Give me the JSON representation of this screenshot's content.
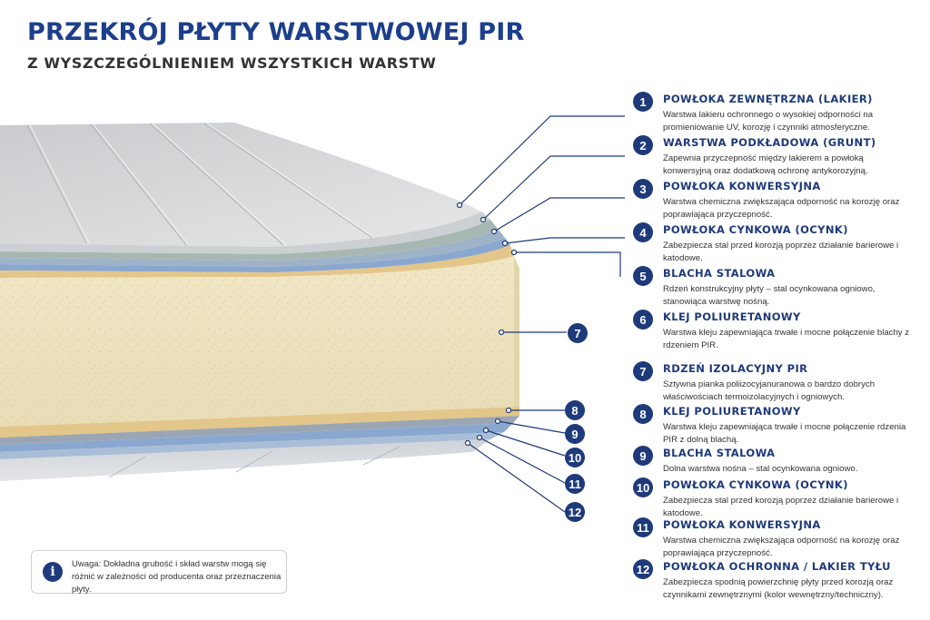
{
  "header": {
    "title": "PRZEKRÓJ PŁYTY WARSTWOWEJ PIR",
    "subtitle": "Z WYSZCZEGÓLNIENIEM WSZYSTKICH WARSTW"
  },
  "colors": {
    "accent": "#1e3a7a",
    "title": "#1c3f8c",
    "foam": "#efe5c4",
    "sheet": "#d9dbdd",
    "adhesive": "#e8c98a"
  },
  "layers": [
    {
      "num": "1",
      "title": "POWŁOKA ZEWNĘTRZNA (LAKIER)",
      "desc": "Warstwa lakieru ochronnego o wysokiej odporności na promieniowanie UV, korozję i czynniki atmosferyczne."
    },
    {
      "num": "2",
      "title": "WARSTWA PODKŁADOWA (GRUNT)",
      "desc": "Zapewnia przyczepność między lakierem a powłoką konwersyjną oraz dodatkową ochronę antykorozyjną."
    },
    {
      "num": "3",
      "title": "POWŁOKA KONWERSYJNA",
      "desc": "Warstwa chemiczna zwiększająca odporność na korozję oraz poprawiająca przyczepność."
    },
    {
      "num": "4",
      "title": "POWŁOKA CYNKOWA (OCYNK)",
      "desc": "Zabezpiecza stal przed korozją poprzez działanie barierowe i katodowe."
    },
    {
      "num": "5",
      "title": "BLACHA STALOWA",
      "desc": "Rdzeń konstrukcyjny płyty – stal ocynkowana ogniowo, stanowiąca warstwę nośną."
    },
    {
      "num": "6",
      "title": "KLEJ POLIURETANOWY",
      "desc": "Warstwa kleju zapewniająca trwałe i mocne połączenie blachy z rdzeniem PIR."
    },
    {
      "num": "7",
      "title": "RDZEŃ IZOLACYJNY PIR",
      "desc": "Sztywna pianka poliizocyjanuranowa o bardzo dobrych właściwościach termoizolacyjnych i ogniowych."
    },
    {
      "num": "8",
      "title": "KLEJ POLIURETANOWY",
      "desc": "Warstwa kleju zapewniająca trwałe i mocne połączenie rdzenia PIR z dolną blachą."
    },
    {
      "num": "9",
      "title": "BLACHA STALOWA",
      "desc": "Dolna warstwa nośna – stal ocynkowana ogniowo."
    },
    {
      "num": "10",
      "title": "POWŁOKA CYNKOWA (OCYNK)",
      "desc": "Zabezpiecza stal przed korozją poprzez działanie barierowe i katodowe."
    },
    {
      "num": "11",
      "title": "POWŁOKA KONWERSYJNA",
      "desc": "Warstwa chemiczna zwiększająca odporność na korozję oraz poprawiająca przyczepność."
    },
    {
      "num": "12",
      "title": "POWŁOKA OCHRONNA / LAKIER TYŁU",
      "desc": "Zabezpiecza spodnią powierzchnię płyty przed korozją oraz czynnikami zewnętrznymi (kolor wewnętrzny/techniczny)."
    }
  ],
  "diagram_labels": [
    "7",
    "8",
    "9",
    "10",
    "11",
    "12"
  ],
  "note": {
    "icon": "info-icon",
    "text": "Uwaga: Dokładna grubość i skład warstw mogą się różnić w zależności od producenta oraz przeznaczenia płyty."
  }
}
